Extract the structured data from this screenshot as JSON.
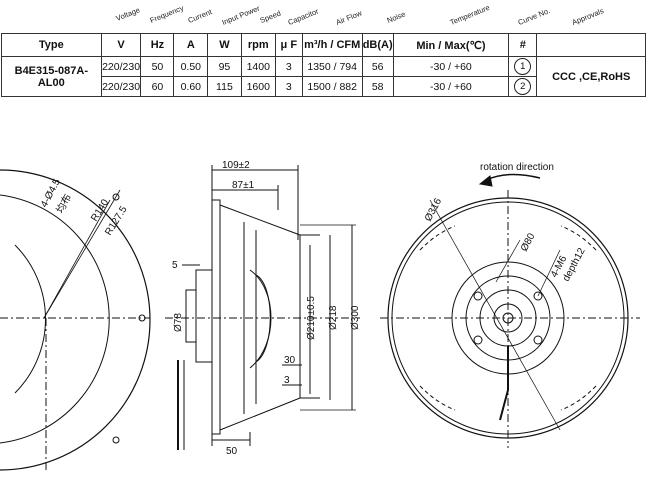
{
  "header_labels": {
    "voltage": "Voltage",
    "frequency": "Frequency",
    "current": "Current",
    "input_power": "Input Power",
    "speed": "Speed",
    "capacitor": "Capacitor",
    "air_flow": "Air Flow",
    "noise": "Noise",
    "temperature": "Temperature",
    "curve_no": "Curve No.",
    "approvals": "Approvals"
  },
  "units": {
    "type": "Type",
    "voltage": "V",
    "frequency": "Hz",
    "current": "A",
    "power": "W",
    "speed": "rpm",
    "capacitor": "μ F",
    "airflow": "m³/h / CFM",
    "noise": "dB(A)",
    "temperature": "Min / Max(℃)",
    "curve": "#"
  },
  "model": "B4E315-087A-AL00",
  "approvals": "CCC ,CE,RoHS",
  "rows": [
    {
      "voltage": "220/230",
      "frequency": "50",
      "current": "0.50",
      "power": "95",
      "speed": "1400",
      "capacitor": "3",
      "airflow": "1350 / 794",
      "noise": "56",
      "temperature": "-30 / +60",
      "curve": "1"
    },
    {
      "voltage": "220/230",
      "frequency": "60",
      "current": "0.60",
      "power": "115",
      "speed": "1600",
      "capacitor": "3",
      "airflow": "1500 / 882",
      "noise": "58",
      "temperature": "-30 / +60",
      "curve": "2"
    }
  ],
  "drawing": {
    "holes_label": "4-Ø4.5",
    "holes_note": "均布",
    "r140": "R140",
    "r127": "R127.5",
    "d109": "109±2",
    "d87": "87±1",
    "d5": "5",
    "d78": "Ø78",
    "d210": "Ø210±0.5",
    "d218": "Ø218",
    "d300": "Ø300",
    "d30": "30",
    "d3": "3",
    "d50": "50",
    "d316": "Ø316",
    "d80": "Ø80",
    "m6": "4-M6",
    "depth": "depth12",
    "rotation": "rotation direction"
  }
}
